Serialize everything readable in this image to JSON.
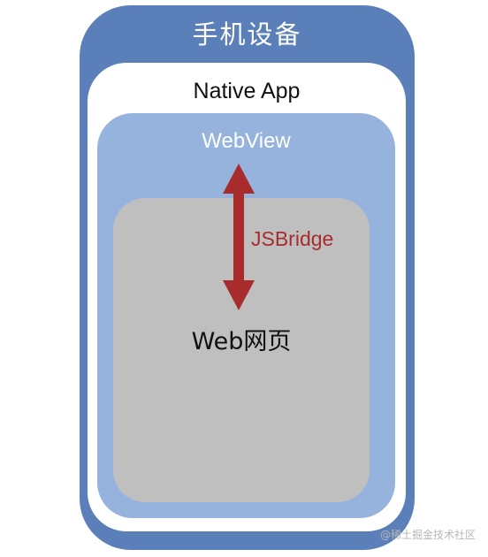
{
  "device": {
    "title": "手机设备"
  },
  "native_app": {
    "title": "Native App"
  },
  "webview": {
    "title": "WebView"
  },
  "web_page": {
    "title": "Web网页"
  },
  "bridge": {
    "label": "JSBridge"
  },
  "watermark": {
    "text": "@稀土掘金技术社区"
  },
  "colors": {
    "device": "#5b7fb8",
    "native_app": "#ffffff",
    "webview": "#95b3dc",
    "web_page": "#bfbfbf",
    "bridge_arrow": "#a82c2c"
  }
}
